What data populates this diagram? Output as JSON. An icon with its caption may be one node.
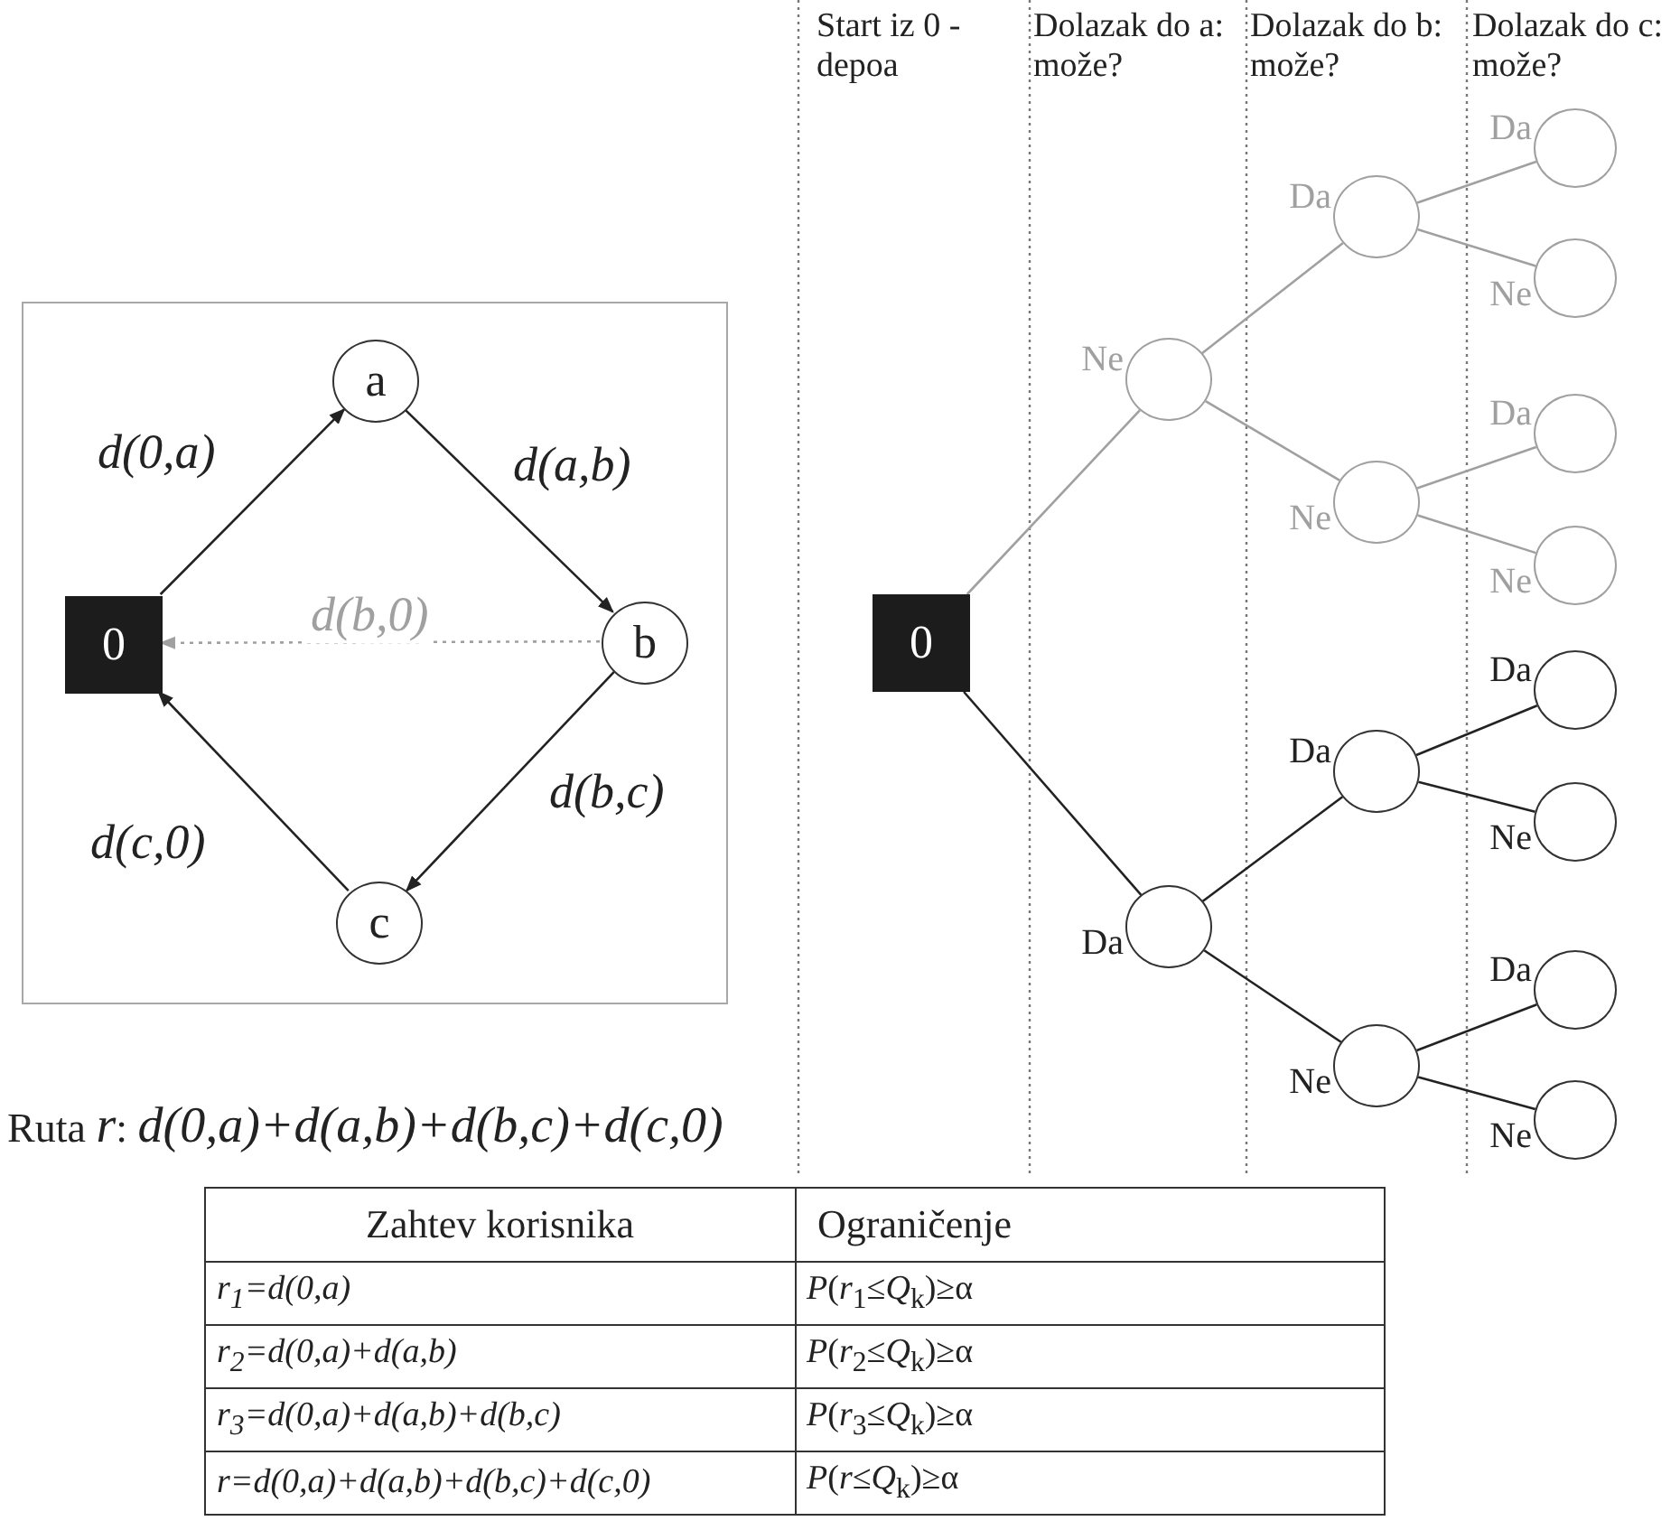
{
  "diagram": {
    "nodes": [
      {
        "text": [],
        "shape": "box"
      },
      {
        "text": [
          "0"
        ],
        "in": 0
      },
      {
        "text": [
          "a"
        ],
        "in": 0
      },
      {
        "text": [
          "b"
        ],
        "in": 0
      },
      {
        "text": [
          "c"
        ],
        "in": 0
      },
      {
        "text": [
          "0"
        ]
      },
      {
        "text": [],
        "shape": "circle"
      },
      {
        "text": [],
        "shape": "circle"
      },
      {
        "text": [],
        "shape": "circle"
      },
      {
        "text": [],
        "shape": "circle"
      },
      {
        "text": [],
        "shape": "circle"
      },
      {
        "text": [],
        "shape": "circle"
      },
      {
        "text": [],
        "shape": "circle"
      },
      {
        "text": [],
        "shape": "circle"
      },
      {
        "text": [],
        "shape": "circle"
      },
      {
        "text": [],
        "shape": "circle"
      },
      {
        "text": [],
        "shape": "circle"
      },
      {
        "text": [],
        "shape": "circle"
      },
      {
        "text": [],
        "shape": "circle"
      },
      {
        "text": [],
        "shape": "circle"
      }
    ],
    "edges": [
      {
        "from": 1,
        "to": 2,
        "arrow": "to",
        "label": "d(0,a)"
      },
      {
        "from": 2,
        "to": 3,
        "arrow": "to",
        "label": "d(a,b)"
      },
      {
        "from": 3,
        "to": 1,
        "arrow": "to",
        "label": "d(b,0)",
        "style": "dashed",
        "color": "#a0a0a0"
      },
      {
        "from": 3,
        "to": 4,
        "arrow": "to",
        "label": "d(b,c)"
      },
      {
        "from": 4,
        "to": 1,
        "arrow": "to",
        "label": "d(c,0)"
      },
      {
        "from": 5,
        "to": 6,
        "arrow": "none",
        "label": "Ne",
        "color": "#a0a0a0"
      },
      {
        "from": 5,
        "to": 7,
        "arrow": "none",
        "label": "Da"
      },
      {
        "from": 6,
        "to": 8,
        "arrow": "none",
        "label": "Da",
        "color": "#a0a0a0"
      },
      {
        "from": 6,
        "to": 9,
        "arrow": "none",
        "label": "Ne",
        "color": "#a0a0a0"
      },
      {
        "from": 7,
        "to": 10,
        "arrow": "none",
        "label": "Da"
      },
      {
        "from": 7,
        "to": 11,
        "arrow": "none",
        "label": "Ne"
      },
      {
        "from": 8,
        "to": 12,
        "arrow": "none",
        "label": "Da",
        "color": "#a0a0a0"
      },
      {
        "from": 8,
        "to": 13,
        "arrow": "none",
        "label": "Ne",
        "color": "#a0a0a0"
      },
      {
        "from": 9,
        "to": 14,
        "arrow": "none",
        "label": "Da",
        "color": "#a0a0a0"
      },
      {
        "from": 9,
        "to": 15,
        "arrow": "none",
        "label": "Ne",
        "color": "#a0a0a0"
      },
      {
        "from": 10,
        "to": 16,
        "arrow": "none",
        "label": "Da"
      },
      {
        "from": 10,
        "to": 17,
        "arrow": "none",
        "label": "Ne"
      },
      {
        "from": 11,
        "to": 18,
        "arrow": "none",
        "label": "Da"
      },
      {
        "from": 11,
        "to": 19,
        "arrow": "none",
        "label": "Ne"
      }
    ],
    "labels": [
      "Start iz 0 - depoa",
      "Dolazak do a: može?",
      "Dolazak do b: može?",
      "Dolazak do c: može?",
      "Ruta *r*: *d(0,a)+d(a,b)+d(b,c)+d(c,0)*",
      "Zahtev korisnika",
      "Ograničenje",
      "r$_{1}$=d(0,a)",
      "*P*(*r*$_{1}$≤*Q*$_{k}$)≥α",
      "r$_{2}$=d(0,a)+d(a,b)",
      "*P*(*r*$_{2}$≤*Q*$_{k}$)≥α",
      "r$_{3}$=d(0,a)+d(a,b)+d(b,c)",
      "*P*(*r*$_{3}$≤*Q*$_{k}$)≥α",
      "r=d(0,a)+d(a,b)+d(b,c)+d(c,0)",
      "*P*(*r*≤*Q*$_{k}$)≥α"
    ]
  }
}
